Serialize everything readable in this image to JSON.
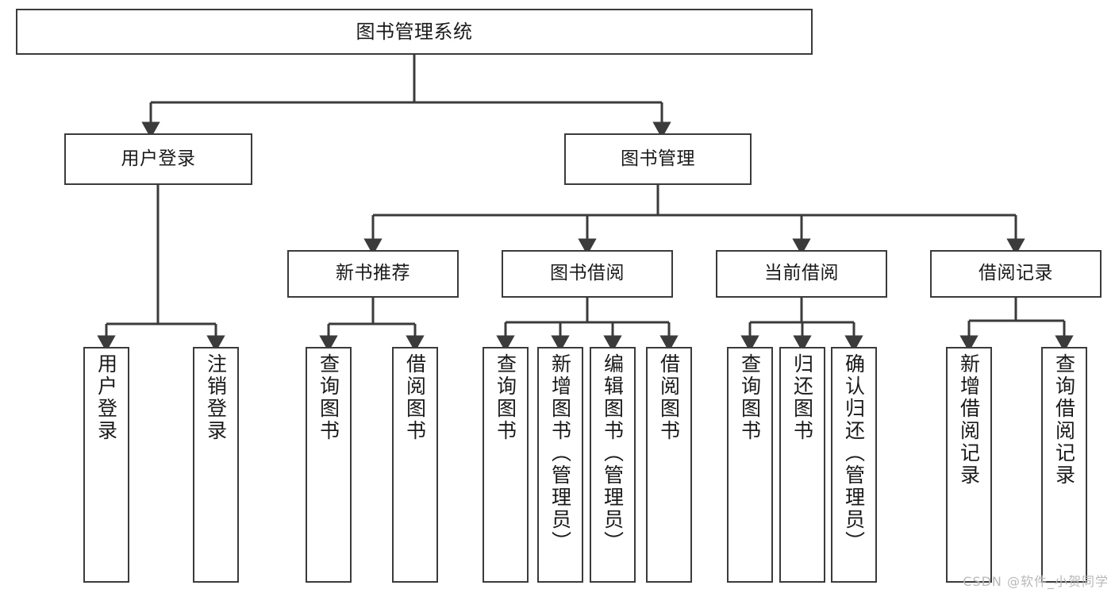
{
  "diagram": {
    "title": "图书管理系统",
    "type": "tree-hierarchy-diagram",
    "watermark": "CSDN @软件_小贺同学",
    "colors": {
      "stroke": "#3b3b3b",
      "fill": "#ffffff",
      "text": "#1a1a1a",
      "watermark": "#b9b9b9"
    },
    "nodes": {
      "root": {
        "label": "图书管理系统"
      },
      "level2": [
        {
          "id": "user-login",
          "label": "用户登录"
        },
        {
          "id": "book-manage",
          "label": "图书管理"
        }
      ],
      "level3": [
        {
          "id": "new-book-rec",
          "label": "新书推荐"
        },
        {
          "id": "book-borrow",
          "label": "图书借阅"
        },
        {
          "id": "current-borrow",
          "label": "当前借阅"
        },
        {
          "id": "borrow-record",
          "label": "借阅记录"
        }
      ],
      "leaves": {
        "user_login": [
          {
            "id": "leaf-user-login",
            "label": "用户登录"
          },
          {
            "id": "leaf-logout",
            "label": "注销登录"
          }
        ],
        "new_book_rec": [
          {
            "id": "leaf-query-book-1",
            "label": "查询图书"
          },
          {
            "id": "leaf-borrow-book-1",
            "label": "借阅图书"
          }
        ],
        "book_borrow": [
          {
            "id": "leaf-query-book-2",
            "label": "查询图书"
          },
          {
            "id": "leaf-add-book",
            "label": "新增图书（管理员）"
          },
          {
            "id": "leaf-edit-book",
            "label": "编辑图书（管理员）"
          },
          {
            "id": "leaf-borrow-book-2",
            "label": "借阅图书"
          }
        ],
        "current_borrow": [
          {
            "id": "leaf-query-book-3",
            "label": "查询图书"
          },
          {
            "id": "leaf-return-book",
            "label": "归还图书"
          },
          {
            "id": "leaf-confirm-return",
            "label": "确认归还（管理员）"
          }
        ],
        "borrow_record": [
          {
            "id": "leaf-add-record",
            "label": "新增借阅记录"
          },
          {
            "id": "leaf-query-record",
            "label": "查询借阅记录"
          }
        ]
      }
    }
  }
}
